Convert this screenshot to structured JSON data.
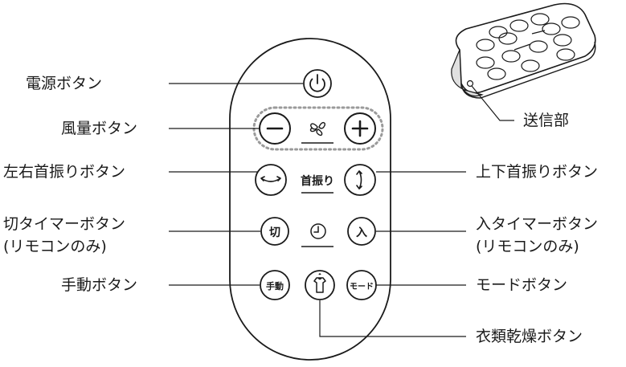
{
  "labels": {
    "power": "電源ボタン",
    "fan_speed": "風量ボタン",
    "swing_lr": "左右首振りボタン",
    "off_timer": "切タイマーボタン",
    "off_timer_note": "(リモコンのみ)",
    "manual": "手動ボタン",
    "transmitter": "送信部",
    "swing_ud": "上下首振りボタン",
    "on_timer": "入タイマーボタン",
    "on_timer_note": "(リモコンのみ)",
    "mode": "モードボタン",
    "clothes_dry": "衣類乾燥ボタン"
  },
  "remote": {
    "minus_glyph": "−",
    "plus_glyph": "+",
    "swing_text": "首振り",
    "off_timer_btn": "切",
    "on_timer_btn": "入",
    "manual_btn": "手動",
    "mode_btn": "モード"
  },
  "colors": {
    "line": "#1a1a1a",
    "outline_dotted": "#9a9a9a",
    "remote_shading": "#e0e0e0"
  }
}
